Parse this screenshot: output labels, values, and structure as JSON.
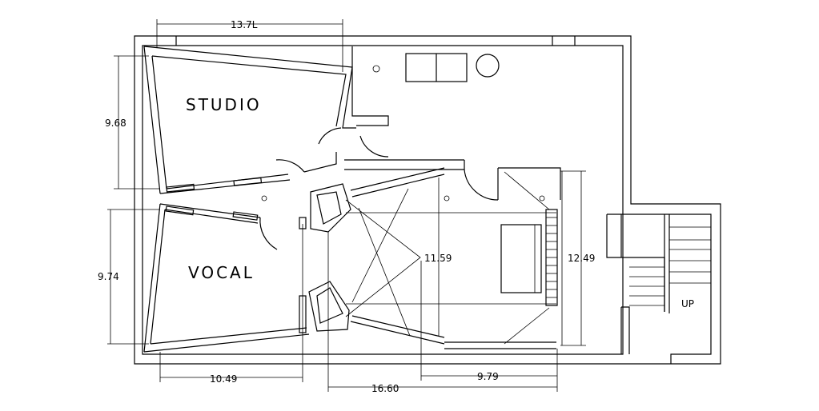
{
  "rooms": {
    "studio": "STUDIO",
    "vocal": "VOCAL"
  },
  "dimensions": {
    "top_width": "13.7L",
    "studio_height": "9.68",
    "vocal_height": "9.74",
    "vocal_width": "10.49",
    "control_width": "16.60",
    "control_inner_width": "9.79",
    "control_depth": "11.59",
    "control_height": "12.49"
  },
  "stairs": {
    "direction_label": "UP"
  },
  "colors": {
    "line": "#000000",
    "background": "#ffffff"
  }
}
